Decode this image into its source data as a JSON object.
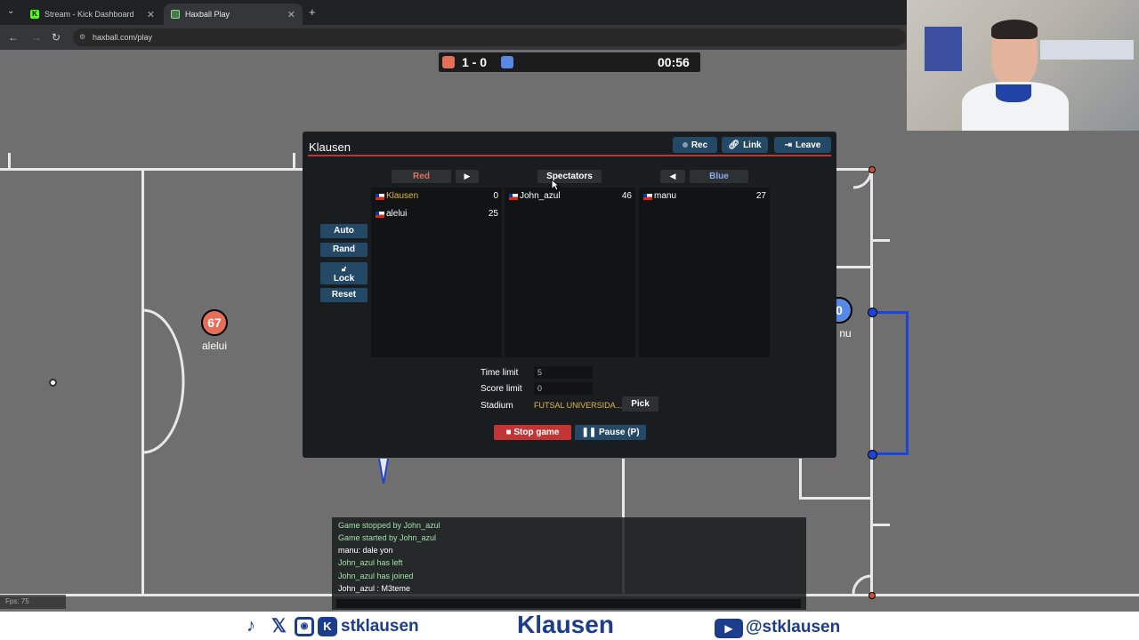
{
  "browser": {
    "tabs": [
      {
        "title": "Stream - Kick Dashboard",
        "active": false
      },
      {
        "title": "Haxball Play",
        "active": true
      }
    ],
    "url": "haxball.com/play"
  },
  "scoreboard": {
    "score": "1 - 0",
    "time": "00:56",
    "red_color": "#e56e56",
    "blue_color": "#5689e5"
  },
  "room": {
    "title": "Klausen",
    "buttons": {
      "rec": "Rec",
      "link": "Link",
      "leave": "Leave"
    },
    "columns": {
      "red": "Red",
      "spectators": "Spectators",
      "blue": "Blue"
    },
    "red_players": [
      {
        "name": "Klausen",
        "score": "0"
      },
      {
        "name": "alelui",
        "score": "25"
      }
    ],
    "spectators": [
      {
        "name": "John_azul",
        "score": "46"
      }
    ],
    "blue_players": [
      {
        "name": "manu",
        "score": "27"
      }
    ],
    "side_buttons": {
      "auto": "Auto",
      "rand": "Rand",
      "lock": "Lock",
      "reset": "Reset"
    },
    "settings": {
      "time_limit_label": "Time limit",
      "time_limit": "5",
      "score_limit_label": "Score limit",
      "score_limit": "0",
      "stadium_label": "Stadium",
      "stadium": "FUTSAL UNIVERSIDA...",
      "pick": "Pick"
    },
    "stop_game": "Stop game",
    "pause": "Pause (P)"
  },
  "field": {
    "players": [
      {
        "number": "67",
        "name": "alelui",
        "team": "red"
      },
      {
        "number": "0",
        "name": "nu",
        "team": "blue"
      }
    ]
  },
  "chat": {
    "messages": [
      {
        "text": "Game stopped by John_azul",
        "kind": "system"
      },
      {
        "text": "Game started by John_azul",
        "kind": "system"
      },
      {
        "text": "manu: dale yon",
        "kind": "player"
      },
      {
        "text": "John_azul has left",
        "kind": "system"
      },
      {
        "text": "John_azul has joined",
        "kind": "system"
      },
      {
        "text": "John_azul : M3teme",
        "kind": "player"
      }
    ]
  },
  "fps": "Fps: 75",
  "banner": {
    "handle_left": "stklausen",
    "center": "Klausen",
    "handle_right": "@stklausen"
  }
}
